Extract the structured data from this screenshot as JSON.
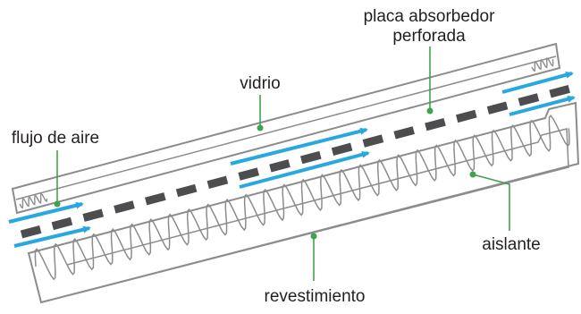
{
  "labels": {
    "placa_line1": "placa absorbedor",
    "placa_line2": "perforada",
    "vidrio": "vidrio",
    "flujo": "flujo de aire",
    "aislante": "aislante",
    "revestimiento": "revestimiento"
  },
  "colors": {
    "casing": "#8c8c8c",
    "absorber": "#4d4d4f",
    "airflow": "#29a8e0",
    "leader": "#3fa34d",
    "text": "#231f20"
  }
}
